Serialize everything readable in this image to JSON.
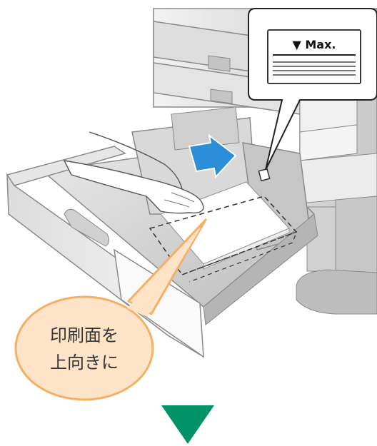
{
  "callout": {
    "line1": "印刷面を",
    "line2": "上向きに"
  },
  "max_label": {
    "text": "▼ Max."
  },
  "colors": {
    "callout_fill": "#fde3c8",
    "callout_stroke": "#f5b066",
    "arrow_blue": "#2a8fd8",
    "next_arrow": "#00936a"
  }
}
